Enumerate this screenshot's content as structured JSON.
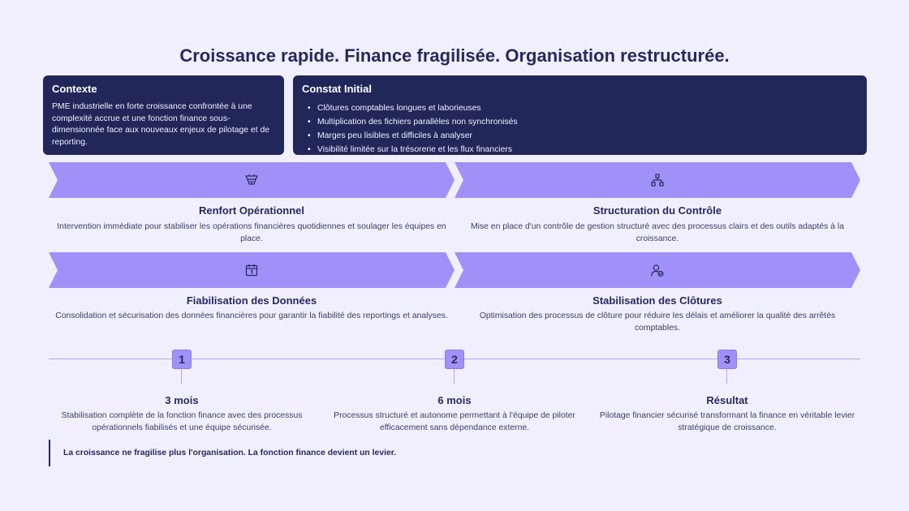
{
  "title": "Croissance rapide. Finance fragilisée. Organisation restructurée.",
  "context": {
    "title": "Contexte",
    "text": "PME industrielle en forte croissance confrontée à une complexité accrue et une fonction finance sous-dimensionnée face aux nouveaux enjeux de pilotage et de reporting."
  },
  "constat": {
    "title": "Constat Initial",
    "items": [
      "Clôtures comptables longues et laborieuses",
      "Multiplication des fichiers parallèles non synchronisés",
      "Marges peu lisibles et difficiles à analyser",
      "Visibilité limitée sur la trésorerie et les flux financiers"
    ]
  },
  "steps": [
    {
      "title": "Renfort Opérationnel",
      "description": "Intervention immédiate pour stabiliser les opérations financières quotidiennes et soulager les équipes en place.",
      "icon": "handshake-icon"
    },
    {
      "title": "Structuration du Contrôle",
      "description": "Mise en place d'un contrôle de gestion structuré avec des processus clairs et des outils adaptés à la croissance.",
      "icon": "org-chart-icon"
    },
    {
      "title": "Fiabilisation des Données",
      "description": "Consolidation et sécurisation des données financières pour garantir la fiabilité des reportings et analyses.",
      "icon": "calendar-icon"
    },
    {
      "title": "Stabilisation des Clôtures",
      "description": "Optimisation des processus de clôture pour réduire les délais et améliorer la qualité des arrêtés comptables.",
      "icon": "user-check-icon"
    }
  ],
  "milestones": [
    {
      "number": "1",
      "title": "3 mois",
      "description": "Stabilisation complète de la fonction finance avec des processus opérationnels fiabilisés et une équipe sécurisée."
    },
    {
      "number": "2",
      "title": "6 mois",
      "description": "Processus structuré et autonome permettant à l'équipe de piloter efficacement sans dépendance externe."
    },
    {
      "number": "3",
      "title": "Résultat",
      "description": "Pilotage financier sécurisé transformant la finance en véritable levier stratégique de croissance."
    }
  ],
  "conclusion": "La croissance ne fragilise plus l'organisation. La fonction finance devient un levier.",
  "colors": {
    "background": "#f1effd",
    "card": "#22275a",
    "accent": "#a190f7",
    "text": "#262a5c"
  }
}
